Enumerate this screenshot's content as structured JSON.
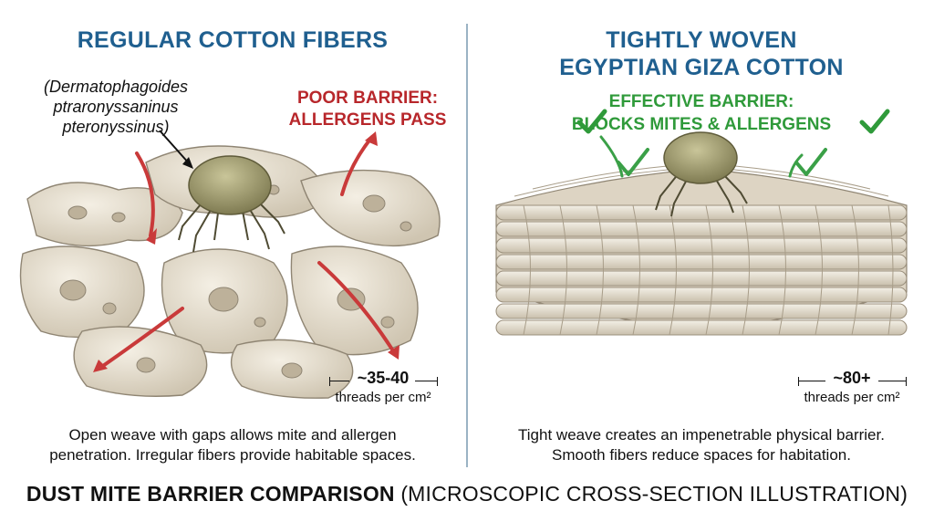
{
  "left_panel": {
    "title": "REGULAR COTTON FIBERS",
    "species_line1": "(Dermatophagoides",
    "species_line2": "ptraronyssaninus",
    "species_line3": "pteronyssinus)",
    "warning_line1": "POOR BARRIER:",
    "warning_line2": "ALLERGENS PASS",
    "thread_count": "~35-40",
    "thread_unit": "threads per cm²",
    "caption_line1": "Open weave with gaps allows mite and allergen",
    "caption_line2": "penetration. Irregular fibers provide habitable spaces."
  },
  "right_panel": {
    "title_line1": "TIGHTLY WOVEN",
    "title_line2": "EGYPTIAN GIZA COTTON",
    "barrier_line1": "EFFECTIVE BARRIER:",
    "barrier_line2": "BLOCKS MITES & ALLERGENS",
    "thread_count": "~80+",
    "thread_unit": "threads per cm²",
    "caption_line1": "Tight weave creates an impenetrable physical barrier.",
    "caption_line2": "Smooth fibers reduce spaces for habitation."
  },
  "footer": {
    "title_bold": "DUST MITE BARRIER COMPARISON",
    "title_rest": " (MICROSCOPIC CROSS-SECTION ILLUSTRATION)"
  },
  "colors": {
    "title_blue": "#1f5f8f",
    "warning_red": "#b8272b",
    "success_green": "#2f9a3a",
    "fiber_cream": "#e9e2d3",
    "mite_olive": "#a9a475"
  },
  "icons": [
    "red-arrow-icon",
    "green-check-icon",
    "mite-icon",
    "pointer-arrow-icon"
  ]
}
